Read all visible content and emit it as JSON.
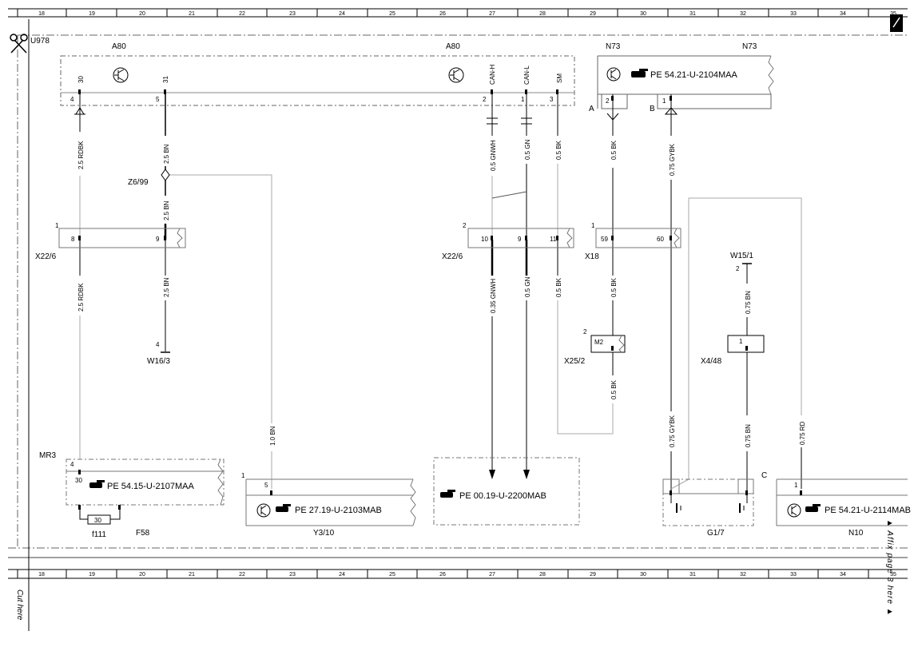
{
  "grid_numbers": [
    "18",
    "19",
    "20",
    "21",
    "22",
    "23",
    "24",
    "25",
    "26",
    "27",
    "28",
    "29",
    "30",
    "31",
    "32",
    "33",
    "34",
    "35"
  ],
  "margin": {
    "cut_code": "U978",
    "cut_text": "Cut here",
    "affix_text": "▲ Affix page 3 here ▲"
  },
  "components": {
    "a80_left": "A80",
    "a80_right": "A80",
    "n73_left": "N73",
    "n73_right": "N73",
    "z6_99": "Z6/99",
    "x22_6_left": "X22/6",
    "x22_6_right": "X22/6",
    "x18": "X18",
    "w16_3": "W16/3",
    "w15_1": "W15/1",
    "x25_2": "X25/2",
    "x4_48": "X4/48",
    "mr3": "MR3",
    "f58": "F58",
    "f111": "f111",
    "y3_10": "Y3/10",
    "g1_7": "G1/7",
    "n10": "N10"
  },
  "refs": {
    "n73": "PE 54.21-U-2104MAA",
    "mr3": "PE 54.15-U-2107MAA",
    "y3_10": "PE 27.19-U-2103MAB",
    "bus": "PE 00.19-U-2200MAB",
    "n10": "PE 54.21-U-2114MAB"
  },
  "pins": {
    "a80_4": "4",
    "a80_5": "5",
    "a80_2": "2",
    "a80_1": "1",
    "a80_3": "3",
    "a80_30": "30",
    "a80_31": "31",
    "a80_canh": "CAN-H",
    "a80_canl": "CAN-L",
    "a80_sm": "SM",
    "n73_2": "2",
    "n73_1": "1",
    "n73_a": "A",
    "n73_b": "B",
    "x22_left_num": "1",
    "x22_8": "8",
    "x22_9": "9",
    "x22_right_num": "2",
    "x22_10": "10",
    "x22_9b": "9",
    "x22_11": "11",
    "x18_num": "1",
    "x18_59": "59",
    "x18_60": "60",
    "w16_4": "4",
    "w15_2": "2",
    "x25_num": "2",
    "x25_m2": "M2",
    "x4_1": "1",
    "mr3_4": "4",
    "mr3_30": "30",
    "f111_30": "30",
    "y3_num": "1",
    "y3_5": "5",
    "n10_1": "1",
    "c_label": "C"
  },
  "wires": {
    "w1": "2.5 RDBK",
    "w2": "2.5 BN",
    "w3": "0.5 GNWH",
    "w4": "0.5 GN",
    "w5": "0.5 BK",
    "w6": "0.5 BK",
    "w7": "0.75 GYBK",
    "w8": "2.5 BN",
    "w9": "2.5 RDBK",
    "w10": "2.5 BN",
    "w11": "0.35 GNWH",
    "w12": "0.5 GN",
    "w13": "0.5 BK",
    "w14": "0.5 BK",
    "w15": "0.75 BN",
    "w16": "0.5 BK",
    "w17": "1.0 BN",
    "w18": "0.75 GYBK",
    "w19": "0.75 BN",
    "w20": "0.75 RD"
  }
}
